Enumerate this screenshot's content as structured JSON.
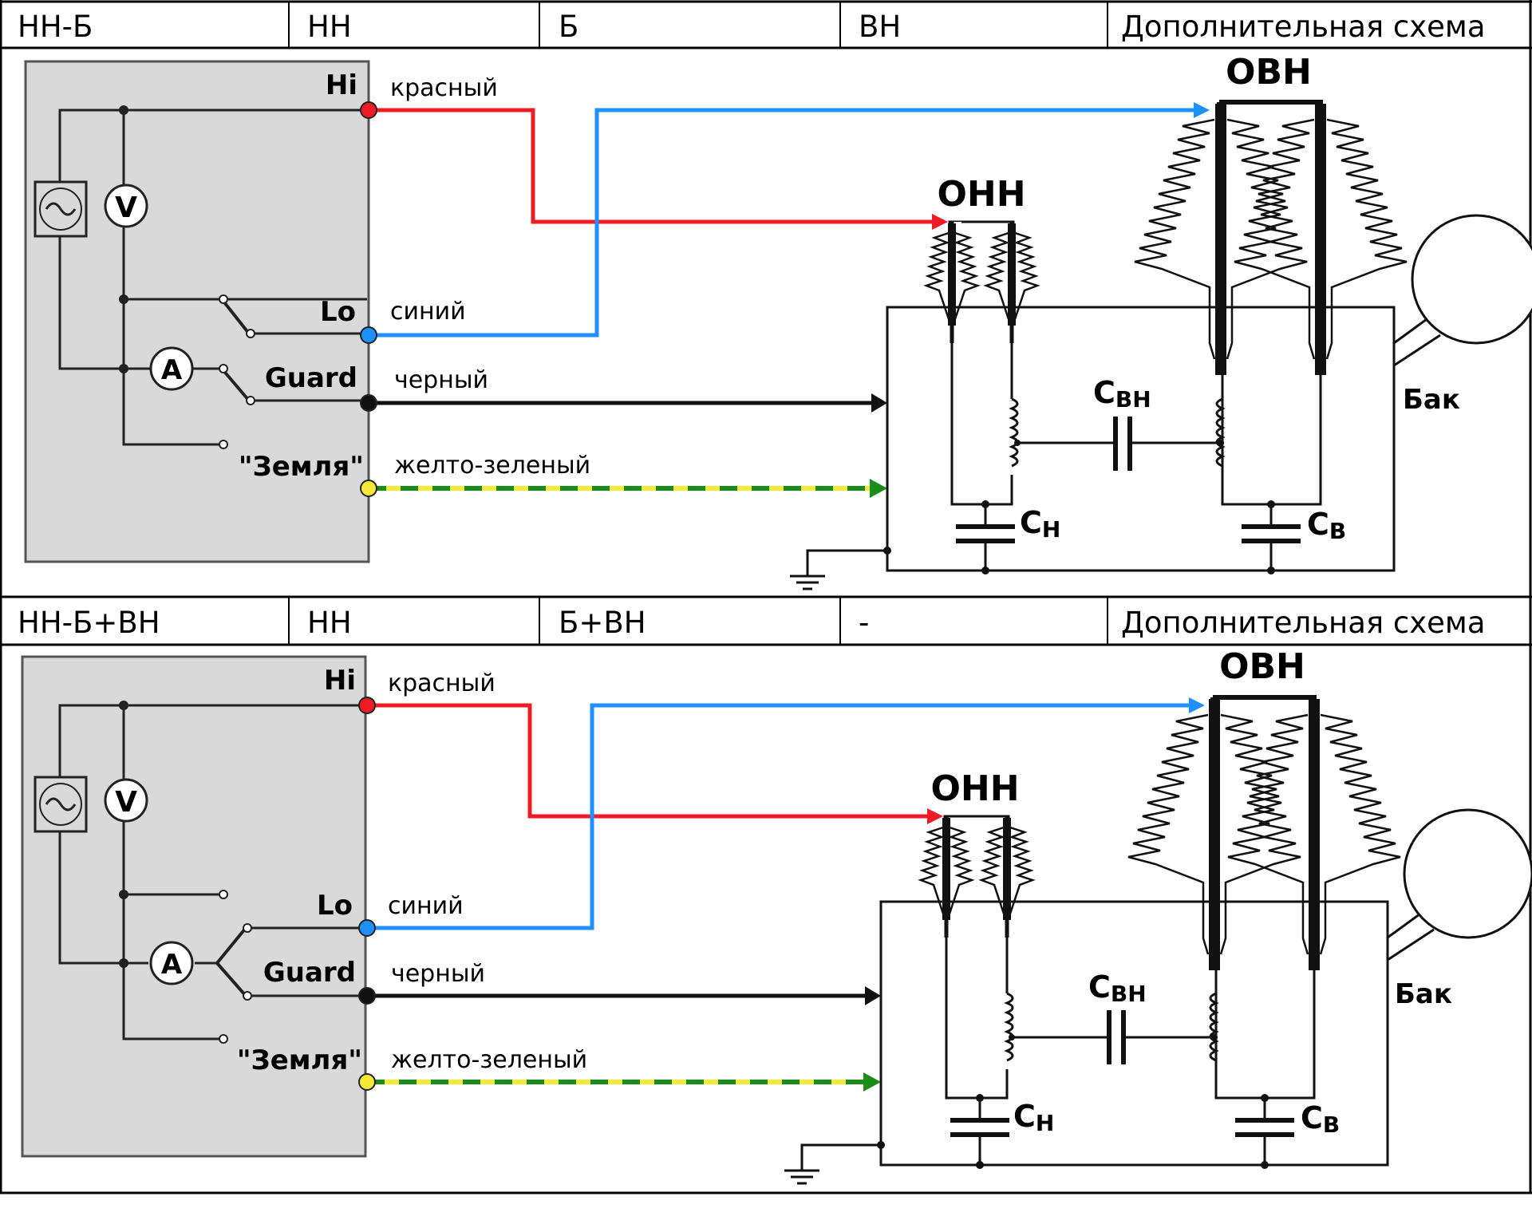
{
  "rows": [
    {
      "headers": [
        "НН-Б",
        "НН",
        "Б",
        "ВН",
        "Дополнительная схема"
      ],
      "instrument": {
        "hi": "Hi",
        "lo": "Lo",
        "guard": "Guard",
        "earth": "\"Земля\""
      },
      "wires": {
        "red": "красный",
        "blue": "синий",
        "black": "черный",
        "yg": "желто-зеленый"
      },
      "transformer": {
        "onn": "ОНН",
        "ovn": "ОВН",
        "tank": "Бак",
        "cvn": {
          "main": "С",
          "sub": "ВН"
        },
        "cn": {
          "main": "С",
          "sub": "Н"
        },
        "cv": {
          "main": "С",
          "sub": "В"
        }
      }
    },
    {
      "headers": [
        "НН-Б+ВН",
        "НН",
        "Б+ВН",
        "-",
        "Дополнительная схема"
      ],
      "instrument": {
        "hi": "Hi",
        "lo": "Lo",
        "guard": "Guard",
        "earth": "\"Земля\""
      },
      "wires": {
        "red": "красный",
        "blue": "синий",
        "black": "черный",
        "yg": "желто-зеленый"
      },
      "transformer": {
        "onn": "ОНН",
        "ovn": "ОВН",
        "tank": "Бак",
        "cvn": {
          "main": "С",
          "sub": "ВН"
        },
        "cn": {
          "main": "С",
          "sub": "Н"
        },
        "cv": {
          "main": "С",
          "sub": "В"
        }
      }
    }
  ],
  "colors": {
    "red": "#ee1c24",
    "blue": "#1e90ff",
    "black": "#111111",
    "yellow": "#f5e93a",
    "green": "#1a8c1a",
    "panel": "#d9d9d9"
  }
}
